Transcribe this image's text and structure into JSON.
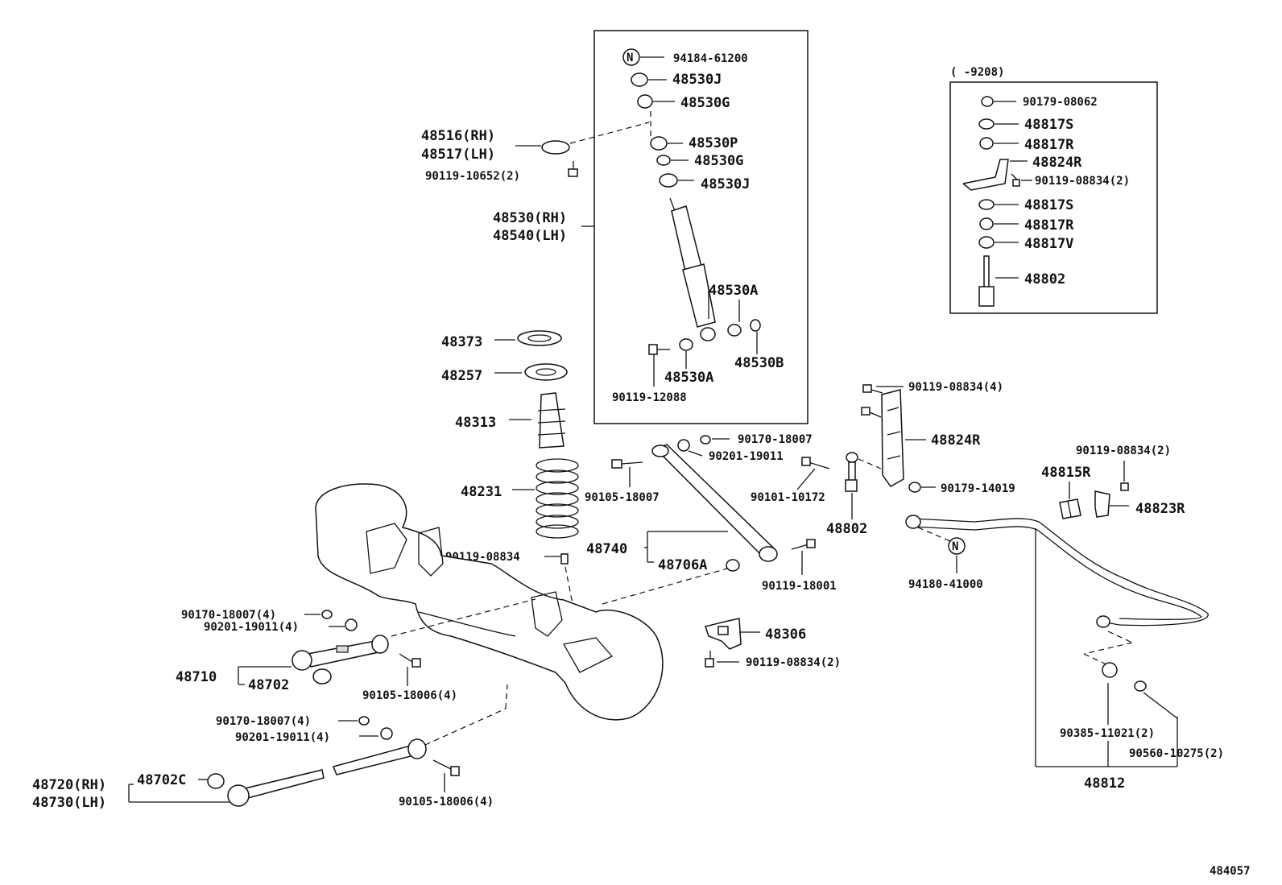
{
  "diagram_id": "484057",
  "inset_note": "(      -9208)",
  "shock_box": {
    "n": "94184-61200",
    "j1": "48530J",
    "g1": "48530G",
    "p": "48530P",
    "g2": "48530G",
    "j2": "48530J",
    "a1": "48530A",
    "b": "48530B",
    "a2": "48530A",
    "bolt": "90119-12088"
  },
  "inset_box": {
    "nut": "90179-08062",
    "s1": "48817S",
    "r1": "48817R",
    "bracket": "48824R",
    "bolt": "90119-08834(2)",
    "s2": "48817S",
    "r2": "48817R",
    "v": "48817V",
    "link": "48802"
  },
  "labels": {
    "l48516": "48516(RH)",
    "l48517": "48517(LH)",
    "l90119_10652": "90119-10652(2)",
    "l48530": "48530(RH)",
    "l48540": "48540(LH)",
    "l48373": "48373",
    "l48257": "48257",
    "l48313": "48313",
    "l48231": "48231",
    "l90119_08834a": "90119-08834",
    "l90170_18007a": "90170-18007",
    "l90201_19011a": "90201-19011",
    "l90105_18007": "90105-18007",
    "l90101_10172": "90101-10172",
    "l48740": "48740",
    "l48706A": "48706A",
    "l90119_18001": "90119-18001",
    "l48802": "48802",
    "l90119_08834_4": "90119-08834(4)",
    "l48824R": "48824R",
    "l90179_14019": "90179-14019",
    "l90119_08834_2a": "90119-08834(2)",
    "l48815R": "48815R",
    "l48823R": "48823R",
    "l94180_41000": "94180-41000",
    "l48306": "48306",
    "l90119_08834_2b": "90119-08834(2)",
    "l90170_18007b": "90170-18007(4)",
    "l90201_19011b": "90201-19011(4)",
    "l48710": "48710",
    "l48702": "48702",
    "l90105_18006a": "90105-18006(4)",
    "l90170_18007c": "90170-18007(4)",
    "l90201_19011c": "90201-19011(4)",
    "l48720": "48720(RH)",
    "l48730": "48730(LH)",
    "l48702C": "48702C",
    "l90105_18006b": "90105-18006(4)",
    "l90385_11021": "90385-11021(2)",
    "l90560_10275": "90560-10275(2)",
    "l48812": "48812",
    "n_symbol": "N"
  }
}
